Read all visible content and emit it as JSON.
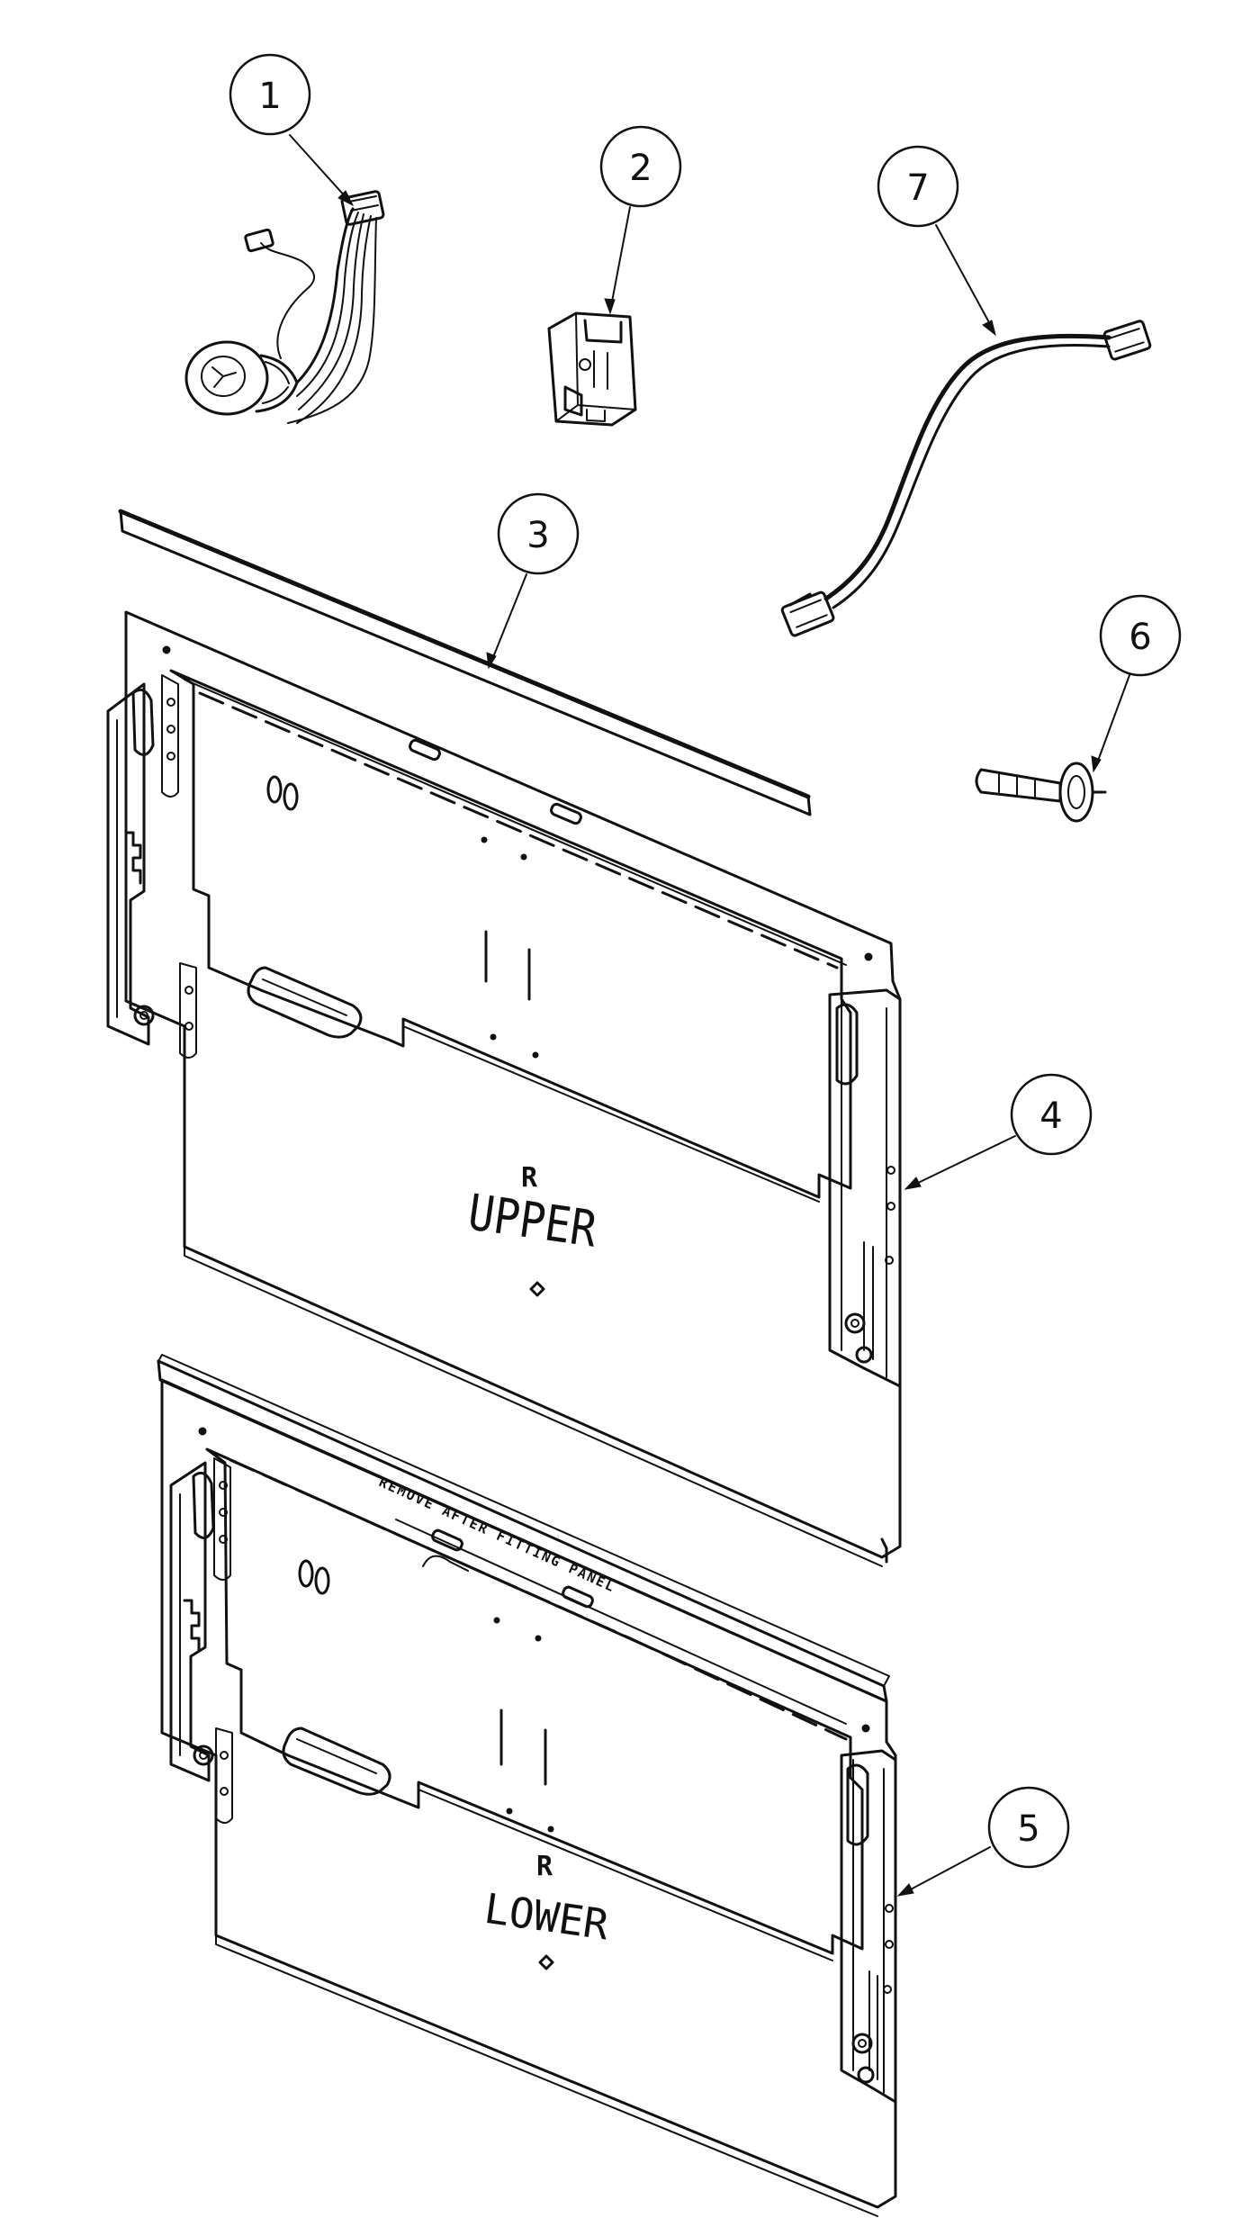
{
  "callouts": {
    "c1": "1",
    "c2": "2",
    "c3": "3",
    "c4": "4",
    "c5": "5",
    "c6": "6",
    "c7": "7"
  },
  "upper_panel": {
    "side_mark": "R",
    "label": "UPPER"
  },
  "lower_panel": {
    "side_mark": "R",
    "label": "LOWER",
    "stencil": "REMOVE AFTER FITTING PANEL"
  }
}
